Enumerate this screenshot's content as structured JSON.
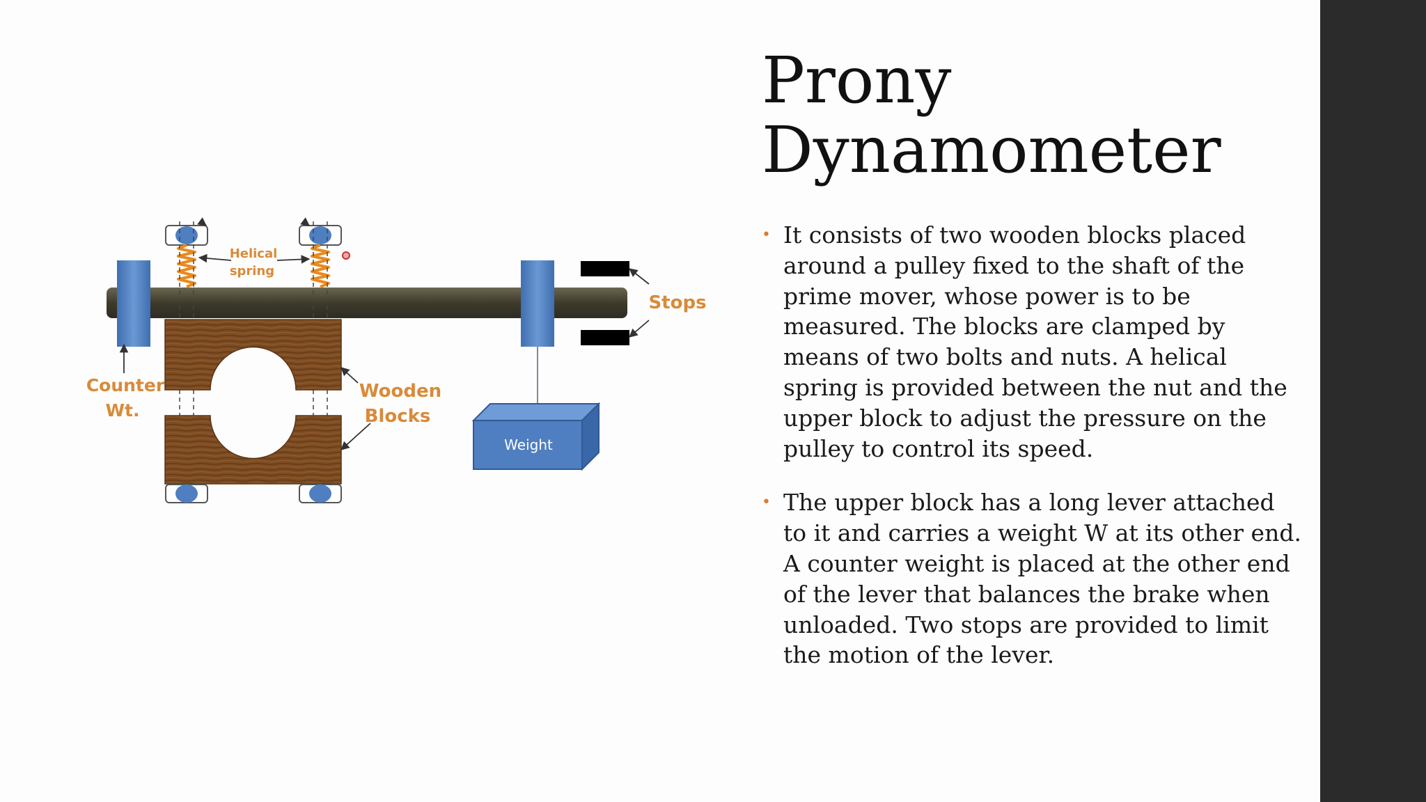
{
  "title": {
    "line1": "Prony",
    "line2": "Dynamometer"
  },
  "bullets": [
    "It consists of two wooden blocks placed around a pulley fixed to the shaft of the prime mover, whose power is to be measured. The blocks are clamped by means of two bolts and nuts. A helical spring is provided between the nut and the upper block to adjust the pressure on the pulley to control its speed.",
    "The upper block has a long lever attached to it and carries a weight W at its other end. A counter weight is placed at the other end of the lever that balances the brake when unloaded. Two stops are provided to limit the motion of the lever."
  ],
  "diagram": {
    "labels": {
      "helical_line1": "Helical",
      "helical_line2": "spring",
      "counter_line1": "Counter",
      "counter_line2": "Wt.",
      "wooden_line1": "Wooden",
      "wooden_line2": "Blocks",
      "stops": "Stops",
      "weight": "Weight"
    }
  },
  "colors": {
    "label_orange": "#d98a3a",
    "component_blue": "#4f7fc1",
    "lever": "#4a4634",
    "wood": "#7a4a22",
    "bullet_dot": "#e07a2a",
    "sidebar": "#2b2b2b"
  }
}
